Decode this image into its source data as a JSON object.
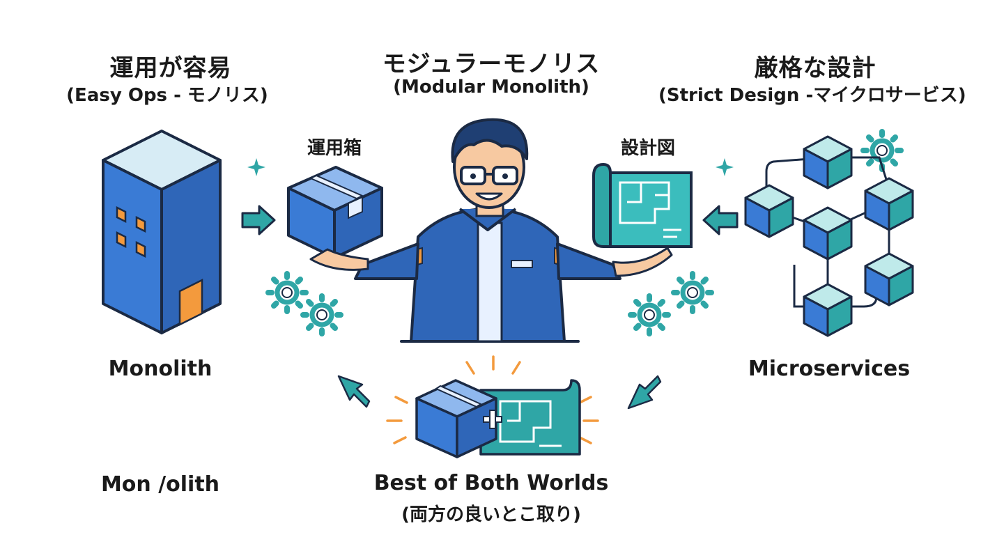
{
  "left": {
    "title": "運用が容易",
    "subtitle": "(Easy Ops - モノリス)",
    "caption": "Monolith",
    "footer": "Mon /olith"
  },
  "center": {
    "title": "モジュラーモノリス",
    "subtitle": "(Modular Monolith)",
    "box_label": "運用箱",
    "blueprint_label": "設計図",
    "result_title": "Best of Both Worlds",
    "result_subtitle": "(両方の良いとこ取り)"
  },
  "right": {
    "title": "厳格な設計",
    "subtitle": "(Strict Design -マイクロサービス)",
    "caption": "Microservices"
  },
  "colors": {
    "blue": "#3a7bd5",
    "blue_dark": "#1f3f73",
    "teal": "#2fa6a6",
    "teal_light": "#bfeaea",
    "orange": "#f39a3d",
    "navy": "#1b2a44"
  },
  "icons": [
    "monolith-building-icon",
    "box-icon",
    "blueprint-icon",
    "microservices-cubes-icon",
    "gear-icon",
    "arrow-icon",
    "sparkle-icon",
    "person-illustration"
  ]
}
